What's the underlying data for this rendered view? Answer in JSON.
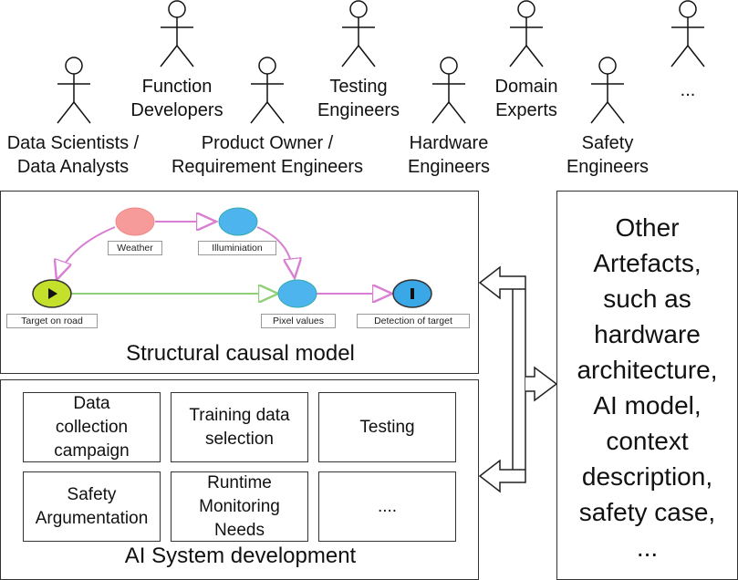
{
  "stakeholders": {
    "data_scientists": "Data Scientists /\nData Analysts",
    "function_developers": "Function\nDevelopers",
    "product_owner": "Product Owner /\nRequirement Engineers",
    "testing_engineers": "Testing\nEngineers",
    "hardware_engineers": "Hardware\nEngineers",
    "domain_experts": "Domain\nExperts",
    "safety_engineers": "Safety\nEngineers",
    "more": "..."
  },
  "scm": {
    "title": "Structural causal model",
    "nodes": {
      "weather": "Weather",
      "illumination": "Illuminiation",
      "target": "Target on road",
      "pixel": "Pixel values",
      "detection": "Detection of target"
    },
    "colors": {
      "weather": "#f79a9a",
      "illumination": "#4db4ee",
      "target": "#c4e02a",
      "pixel": "#4db4ee",
      "detection": "#3aa7e6",
      "edge_pink": "#d97fd3",
      "edge_green": "#8fd07a"
    }
  },
  "ai_dev": {
    "title": "AI System development",
    "boxes": {
      "data_collection": "Data\ncollection\ncampaign",
      "training_data": "Training data\nselection",
      "testing": "Testing",
      "safety_arg": "Safety\nArgumentation",
      "runtime": "Runtime\nMonitoring\nNeeds",
      "more": "...."
    }
  },
  "other_artefacts": "Other\nArtefacts,\nsuch as\nhardware\narchitecture,\nAI model,\ncontext\ndescription,\nsafety case,\n..."
}
